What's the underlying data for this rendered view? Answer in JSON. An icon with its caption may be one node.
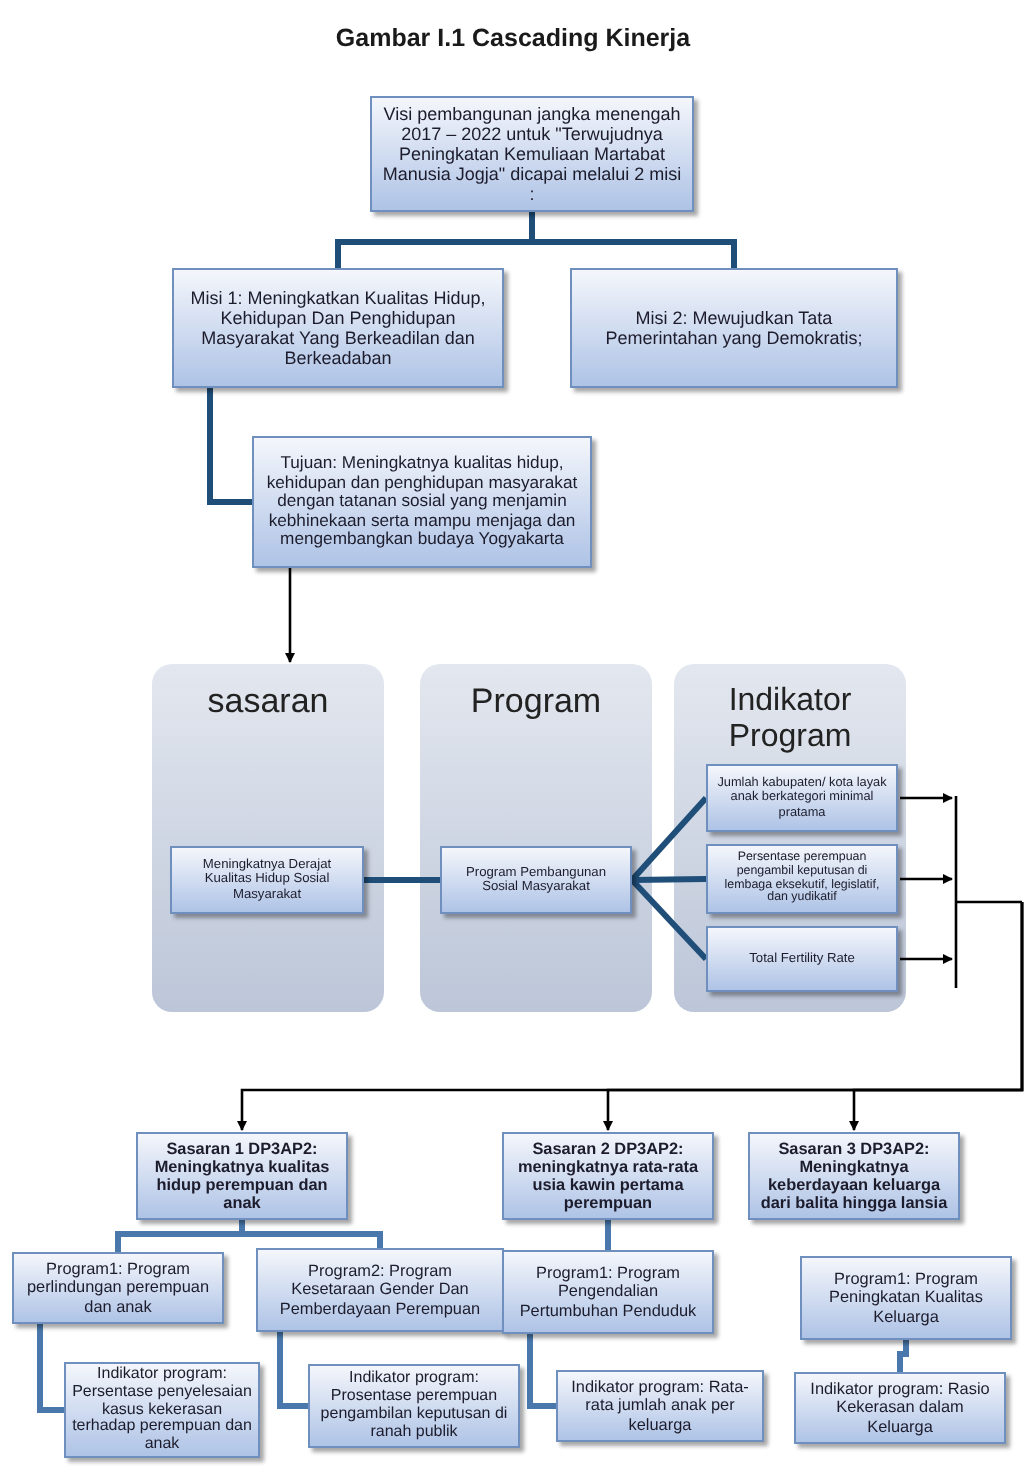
{
  "diagram": {
    "title": "Gambar I.1 Cascading Kinerja",
    "nodes": [
      {
        "text": [
          "Visi pembangunan jangka menengah 2017 – 2022 untuk \"Terwujudnya Peningkatan Kemuliaan Martabat Manusia Jogja\" dicapai melalui 2 misi :"
        ]
      },
      {
        "text": [
          "Misi 1: Meningkatkan Kualitas Hidup, Kehidupan Dan Penghidupan Masyarakat Yang Berkeadilan dan Berkeadaban"
        ]
      },
      {
        "text": [
          "Misi 2: Mewujudkan Tata Pemerintahan yang Demokratis;"
        ]
      },
      {
        "text": [
          "Tujuan: Meningkatnya kualitas hidup, kehidupan dan penghidupan masyarakat dengan tatanan sosial yang menjamin kebhinekaan serta mampu menjaga dan mengembangkan budaya Yogyakarta"
        ]
      },
      {
        "text": [
          "sasaran"
        ]
      },
      {
        "text": [
          "Meningkatnya Derajat Kualitas Hidup Sosial Masyarakat"
        ],
        "in": 4
      },
      {
        "text": [
          "Program"
        ]
      },
      {
        "text": [
          "Program Pembangunan Sosial Masyarakat"
        ],
        "in": 6
      },
      {
        "text": [
          "Indikator Program"
        ]
      },
      {
        "text": [
          "Jumlah kabupaten/ kota layak anak berkategori minimal pratama"
        ],
        "in": 8
      },
      {
        "text": [
          "Persentase perempuan pengambil keputusan di lembaga eksekutif, legislatif, dan yudikatif"
        ],
        "in": 8
      },
      {
        "text": [
          "Total Fertility Rate"
        ],
        "in": 8
      },
      {
        "text": [
          "Sasaran 1 DP3AP2:",
          "Meningkatnya kualitas hidup perempuan dan anak"
        ]
      },
      {
        "text": [
          "Program1: Program perlindungan perempuan dan anak"
        ]
      },
      {
        "text": [
          "Indikator program: Persentase penyelesaian kasus kekerasan terhadap perempuan dan anak"
        ]
      },
      {
        "text": [
          "Program2: Program Kesetaraan Gender Dan Pemberdayaan Perempuan"
        ]
      },
      {
        "text": [
          "Indikator program: Prosentase perempuan pengambilan keputusan di ranah publik"
        ]
      },
      {
        "text": [
          "Sasaran 2 DP3AP2:",
          "meningkatnya rata-rata usia kawin pertama perempuan"
        ]
      },
      {
        "text": [
          "Program1: Program Pengendalian Pertumbuhan Penduduk"
        ]
      },
      {
        "text": [
          "Indikator program: Rata-rata jumlah anak per keluarga"
        ]
      },
      {
        "text": [
          "Sasaran 3 DP3AP2:",
          "Meningkatnya keberdayaan keluarga dari balita hingga lansia"
        ]
      },
      {
        "text": [
          "Program1: Program Peningkatan Kualitas Keluarga"
        ]
      },
      {
        "text": [
          "Indikator program: Rasio Kekerasan dalam Keluarga"
        ]
      }
    ],
    "edges": [
      {
        "from": 0,
        "to": 1,
        "arrow": "none"
      },
      {
        "from": 0,
        "to": 2,
        "arrow": "none"
      },
      {
        "from": 1,
        "to": 3,
        "arrow": "none"
      },
      {
        "from": 3,
        "to": 4,
        "arrow": "to",
        "color": "#000000"
      },
      {
        "from": 5,
        "to": 7,
        "arrow": "none"
      },
      {
        "from": 7,
        "to": 9,
        "arrow": "none"
      },
      {
        "from": 7,
        "to": 10,
        "arrow": "none"
      },
      {
        "from": 7,
        "to": 11,
        "arrow": "none"
      },
      {
        "from": 9,
        "to": null,
        "arrow": "to",
        "color": "#000000"
      },
      {
        "from": 10,
        "to": null,
        "arrow": "to",
        "color": "#000000"
      },
      {
        "from": 11,
        "to": null,
        "arrow": "to",
        "color": "#000000"
      },
      {
        "from": null,
        "to": 12,
        "arrow": "to",
        "color": "#000000"
      },
      {
        "from": null,
        "to": 17,
        "arrow": "to",
        "color": "#000000"
      },
      {
        "from": null,
        "to": 20,
        "arrow": "to",
        "color": "#000000"
      },
      {
        "from": 12,
        "to": 13,
        "arrow": "none"
      },
      {
        "from": 12,
        "to": 15,
        "arrow": "none"
      },
      {
        "from": 13,
        "to": 14,
        "arrow": "none"
      },
      {
        "from": 15,
        "to": 16,
        "arrow": "none"
      },
      {
        "from": 17,
        "to": 18,
        "arrow": "none"
      },
      {
        "from": 18,
        "to": 19,
        "arrow": "none"
      },
      {
        "from": 21,
        "to": 22,
        "arrow": "none"
      }
    ]
  }
}
